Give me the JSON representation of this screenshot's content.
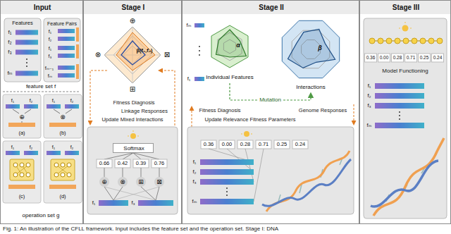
{
  "diagram": {
    "caption": "Fig. 1: An illustration of the CFLL framework. Input includes the feature set and the operation set. Stage I: DNA",
    "nodes": [
      {
        "text": [
          "Input"
        ]
      },
      {
        "text": [
          "Features"
        ],
        "in": 0
      },
      {
        "text": [
          "Feature Pairs"
        ],
        "in": 0
      },
      {
        "text": [
          "Stage I"
        ]
      },
      {
        "text": [
          "Softmax"
        ],
        "in": 3
      },
      {
        "text": [
          "Stage II"
        ]
      },
      {
        "text": [
          "α",
          "Individual Features"
        ],
        "in": 5
      },
      {
        "text": [
          "β",
          "Interactions"
        ],
        "in": 5
      },
      {
        "text": [
          "Stage III"
        ]
      }
    ],
    "edges": [
      {
        "from": 6,
        "to": 7,
        "label": "Mutation",
        "arrow": "to"
      }
    ],
    "labels": [
      "f₁",
      "f₂",
      "f₃",
      "fₘ",
      "f₁",
      "f₂",
      "f₁",
      "f₃",
      "fₘ₋₁",
      "fₘ",
      "feature set f",
      "f₁",
      "f₂",
      "⊕",
      "(a)",
      "f₁",
      "f₂",
      "⊗",
      "(b)",
      "f₁",
      "f₂",
      "(c)",
      "f₁",
      "f₂",
      "(d)",
      "operation set g",
      "⊕",
      "⊠",
      "⊞",
      "⊗",
      "β(f₁,f₃)",
      "Fitness Diagnosis",
      "Linkage Responses",
      "Update Mixed Interactions",
      "0.66",
      "0.42",
      "0.39",
      "0.76",
      "⊕",
      "⊗",
      "⊞",
      "⊠",
      "f₁",
      "f₃",
      "fₘ",
      "f₁",
      "Fitness Diagnosis",
      "Update Relevance Fitness Parameters",
      "Genome Responses",
      "0.36",
      "0.00",
      "0.28",
      "0.71",
      "0.25",
      "0.24",
      "f₁",
      "f₂",
      "f₃",
      "fₘ",
      "0.36",
      "0.00",
      "0.28",
      "0.71",
      "0.25",
      "0.24",
      "Model Functioning",
      "f₁",
      "f₂",
      "f₃",
      "fₘ"
    ]
  }
}
